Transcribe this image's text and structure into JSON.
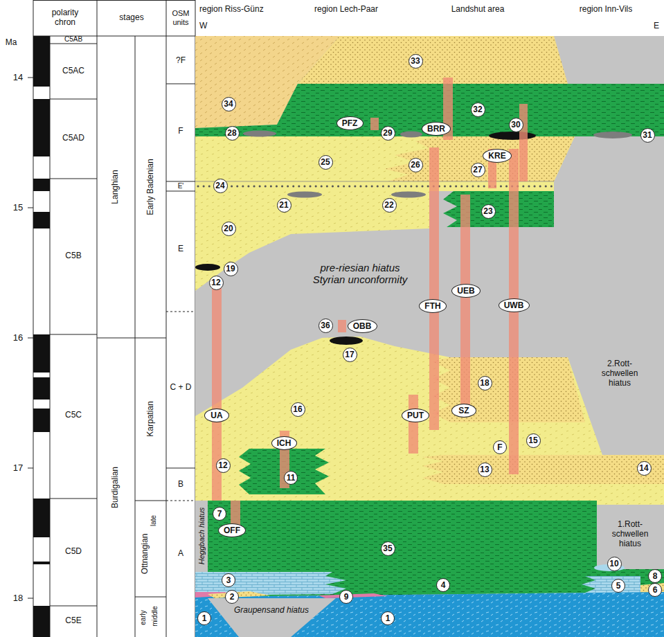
{
  "diagram": {
    "nodes": [
      {
        "text": [
          "33"
        ]
      },
      {
        "text": [
          "34"
        ]
      },
      {
        "text": [
          "32"
        ]
      },
      {
        "text": [
          "PFZ"
        ]
      },
      {
        "text": [
          "30"
        ]
      },
      {
        "text": [
          "BRR"
        ]
      },
      {
        "text": [
          "28"
        ]
      },
      {
        "text": [
          "29"
        ]
      },
      {
        "text": [
          "31"
        ]
      },
      {
        "text": [
          "KRE"
        ]
      },
      {
        "text": [
          "25"
        ]
      },
      {
        "text": [
          "26"
        ]
      },
      {
        "text": [
          "27"
        ]
      },
      {
        "text": [
          "24"
        ]
      },
      {
        "text": [
          "21"
        ]
      },
      {
        "text": [
          "22"
        ]
      },
      {
        "text": [
          "23"
        ]
      },
      {
        "text": [
          "20"
        ]
      },
      {
        "text": [
          "19"
        ]
      },
      {
        "text": [
          "12"
        ]
      },
      {
        "text": [
          "UEB"
        ]
      },
      {
        "text": [
          "FTH"
        ]
      },
      {
        "text": [
          "UWB"
        ]
      },
      {
        "text": [
          "36"
        ]
      },
      {
        "text": [
          "OBB"
        ]
      },
      {
        "text": [
          "17"
        ]
      },
      {
        "text": [
          "18"
        ]
      },
      {
        "text": [
          "16"
        ]
      },
      {
        "text": [
          "SZ"
        ]
      },
      {
        "text": [
          "UA"
        ]
      },
      {
        "text": [
          "PUT"
        ]
      },
      {
        "text": [
          "15"
        ]
      },
      {
        "text": [
          "ICH"
        ]
      },
      {
        "text": [
          "F"
        ]
      },
      {
        "text": [
          "12"
        ]
      },
      {
        "text": [
          "14"
        ]
      },
      {
        "text": [
          "13"
        ]
      },
      {
        "text": [
          "11"
        ]
      },
      {
        "text": [
          "7"
        ]
      },
      {
        "text": [
          "OFF"
        ]
      },
      {
        "text": [
          "35"
        ]
      },
      {
        "text": [
          "10"
        ]
      },
      {
        "text": [
          "8"
        ]
      },
      {
        "text": [
          "3"
        ]
      },
      {
        "text": [
          "4"
        ]
      },
      {
        "text": [
          "5"
        ]
      },
      {
        "text": [
          "6"
        ]
      },
      {
        "text": [
          "2"
        ]
      },
      {
        "text": [
          "9"
        ]
      },
      {
        "text": [
          "1"
        ]
      },
      {
        "text": [
          "1"
        ]
      }
    ],
    "labels": [
      "polarity chron",
      "stages",
      "OSM units",
      "region Riss-Günz",
      "region Lech-Paar",
      "Landshut area",
      "region Inn-Vils",
      "W",
      "E",
      "Ma",
      "C5AB",
      "?F",
      "14",
      "C5AC",
      "F",
      "C5AD",
      "Langhian",
      "Early Badenian",
      "E'",
      "15",
      "C5B",
      "E",
      "pre-riesian hiatus Styrian unconformity",
      "16",
      "2.Rott- schwellen hiatus",
      "C + D",
      "C5C",
      "Karpatian",
      "17",
      "B",
      "Burdigalian",
      "Ottnangian",
      "late",
      "Heggbach hiatus",
      "C5D",
      "A",
      "1.Rott- schwellen hiatus",
      "18",
      "Graupensand hiatus",
      "C5E",
      "early",
      "middle"
    ]
  }
}
